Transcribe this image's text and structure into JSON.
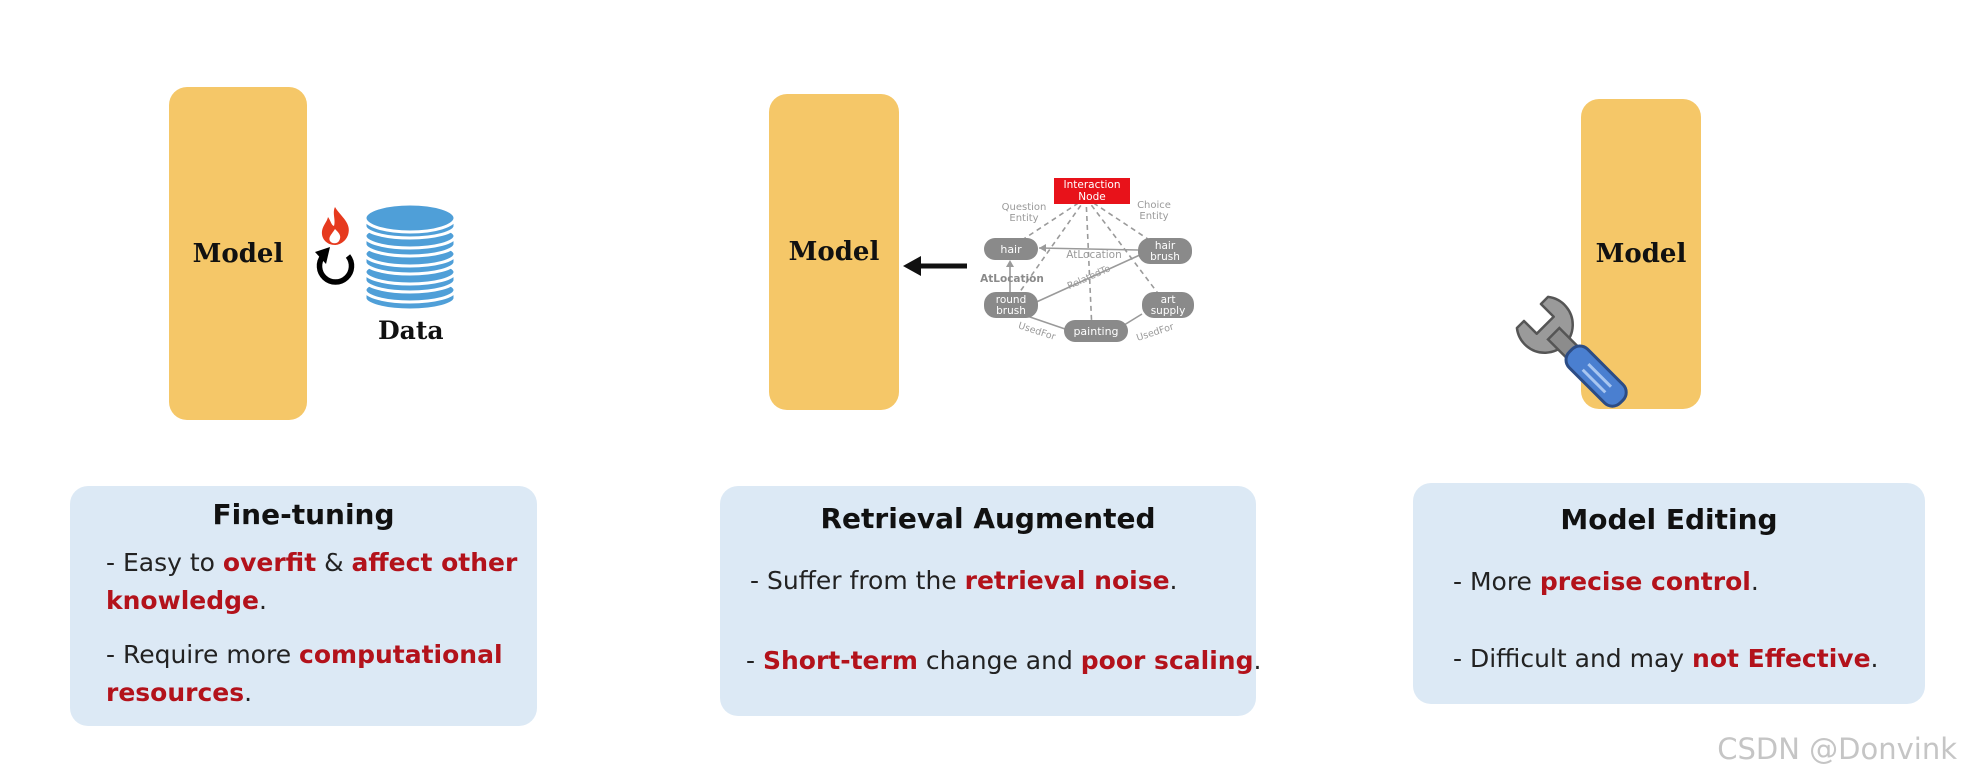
{
  "panels": [
    {
      "model_label": "Model",
      "data_label": "Data",
      "card": {
        "title": "Fine-tuning",
        "bullets": [
          {
            "p1": "- Easy to ",
            "h1": "overfit",
            "p2": " & ",
            "h2": "affect other",
            "cont_h": "knowledge",
            "cont_p": "."
          },
          {
            "p1": "- Require more ",
            "h1": "computational",
            "cont_h": "resources",
            "cont_p": "."
          }
        ]
      }
    },
    {
      "model_label": "Model",
      "graph": {
        "interaction_node": [
          "Interaction",
          "Node"
        ],
        "nodes": {
          "hair": "hair",
          "hair_brush": [
            "hair",
            "brush"
          ],
          "round_brush": [
            "round",
            "brush"
          ],
          "art_supply": [
            "art",
            "supply"
          ],
          "painting": "painting"
        },
        "labels": {
          "question_entity": [
            "Question",
            "Entity"
          ],
          "choice_entity": [
            "Choice",
            "Entity"
          ],
          "at_location_top": "AtLocation",
          "at_location_left": "AtLocation",
          "related_to": "RelatedTo",
          "used_for_left": "UsedFor",
          "used_for_right": "UsedFor"
        }
      },
      "card": {
        "title": "Retrieval Augmented",
        "bullets": [
          {
            "p1": "- Suffer from the ",
            "h1": "retrieval noise",
            "p2": "."
          },
          {
            "p1": "- ",
            "h1": "Short-term",
            "p2": " change and ",
            "h2": "poor scaling",
            "p3": "."
          }
        ]
      }
    },
    {
      "model_label": "Model",
      "card": {
        "title": "Model Editing",
        "bullets": [
          {
            "p1": "- More ",
            "h1": "precise control",
            "p2": "."
          },
          {
            "p1": "- Difficult and may ",
            "h1": "not Effective",
            "p2": "."
          }
        ]
      }
    }
  ],
  "watermark": "CSDN @Donvink",
  "colors": {
    "model_bar": "#f5c768",
    "card_bg": "#dce9f5",
    "highlight": "#b3121b",
    "database": "#4f9fd8",
    "flame": "#e63a1e",
    "interaction_node": "#e8121a",
    "graph_node": "#8a8a8a",
    "wrench_handle": "#4a7fd0"
  }
}
